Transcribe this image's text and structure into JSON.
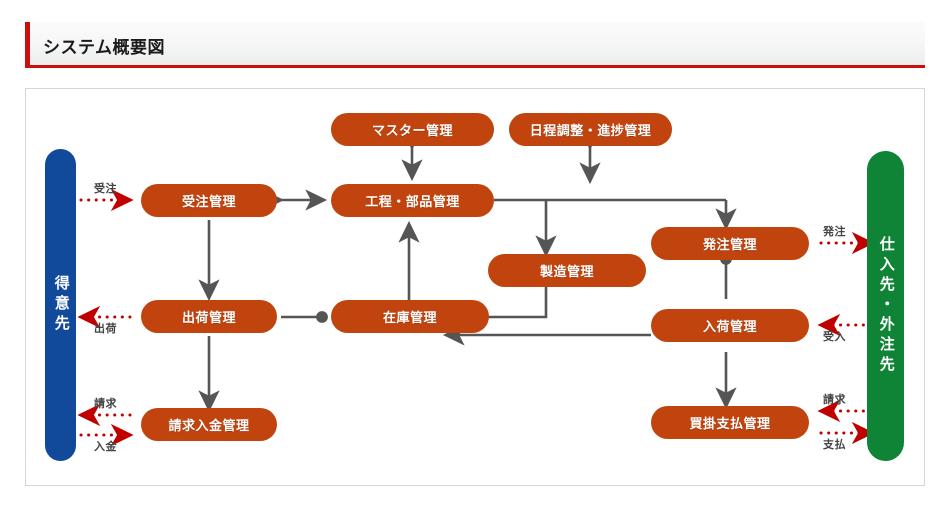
{
  "header": {
    "title": "システム概要図",
    "accent_color": "#c9100f"
  },
  "palette": {
    "module": "#c1440e",
    "customer_actor": "#114a9b",
    "supplier_actor": "#0f8436",
    "internal_flow": "#555555",
    "external_flow": "#c00000"
  },
  "actors": [
    {
      "id": "customer",
      "label": "得意先",
      "side": "left",
      "color": "#114a9b"
    },
    {
      "id": "supplier",
      "label": "仕入先・外注先",
      "side": "right",
      "color": "#0f8436"
    }
  ],
  "nodes": [
    {
      "id": "master",
      "label": "マスター管理"
    },
    {
      "id": "schedule",
      "label": "日程調整・進捗管理"
    },
    {
      "id": "order",
      "label": "受注管理"
    },
    {
      "id": "process",
      "label": "工程・部品管理"
    },
    {
      "id": "production",
      "label": "製造管理"
    },
    {
      "id": "purchase",
      "label": "発注管理"
    },
    {
      "id": "shipping",
      "label": "出荷管理"
    },
    {
      "id": "stock",
      "label": "在庫管理"
    },
    {
      "id": "receiving",
      "label": "入荷管理"
    },
    {
      "id": "billing",
      "label": "請求入金管理"
    },
    {
      "id": "payable",
      "label": "買掛支払管理"
    }
  ],
  "external_flows": [
    {
      "id": "juchu",
      "label": "受注",
      "from": "customer",
      "to": "order",
      "direction": "to-system"
    },
    {
      "id": "shukka",
      "label": "出荷",
      "from": "shipping",
      "to": "customer",
      "direction": "to-actor"
    },
    {
      "id": "seikyu",
      "label": "請求",
      "from": "billing",
      "to": "customer",
      "direction": "to-actor"
    },
    {
      "id": "nyukin",
      "label": "入金",
      "from": "customer",
      "to": "billing",
      "direction": "to-system"
    },
    {
      "id": "hacchu",
      "label": "発注",
      "from": "purchase",
      "to": "supplier",
      "direction": "to-actor"
    },
    {
      "id": "ukeire",
      "label": "受入",
      "from": "supplier",
      "to": "receiving",
      "direction": "to-system"
    },
    {
      "id": "seikyu2",
      "label": "請求",
      "from": "supplier",
      "to": "payable",
      "direction": "to-system"
    },
    {
      "id": "shiharai",
      "label": "支払",
      "from": "payable",
      "to": "supplier",
      "direction": "to-actor"
    }
  ],
  "internal_flows": [
    {
      "from": "master",
      "to": "process",
      "type": "double-arrow"
    },
    {
      "from": "schedule",
      "to": "process",
      "type": "double-arrow"
    },
    {
      "from": "order",
      "to": "process",
      "type": "double-arrow"
    },
    {
      "from": "order",
      "to": "shipping",
      "type": "arrow"
    },
    {
      "from": "shipping",
      "to": "billing",
      "type": "arrow"
    },
    {
      "from": "shipping",
      "to": "stock",
      "type": "dot-link"
    },
    {
      "from": "stock",
      "to": "process",
      "type": "arrow"
    },
    {
      "from": "process",
      "to": "production",
      "type": "arrow"
    },
    {
      "from": "process",
      "to": "purchase",
      "type": "arrow"
    },
    {
      "from": "production",
      "to": "stock",
      "type": "arrow"
    },
    {
      "from": "receiving",
      "to": "stock",
      "type": "arrow"
    },
    {
      "from": "purchase",
      "to": "receiving",
      "type": "dot-link"
    },
    {
      "from": "receiving",
      "to": "payable",
      "type": "arrow"
    }
  ]
}
